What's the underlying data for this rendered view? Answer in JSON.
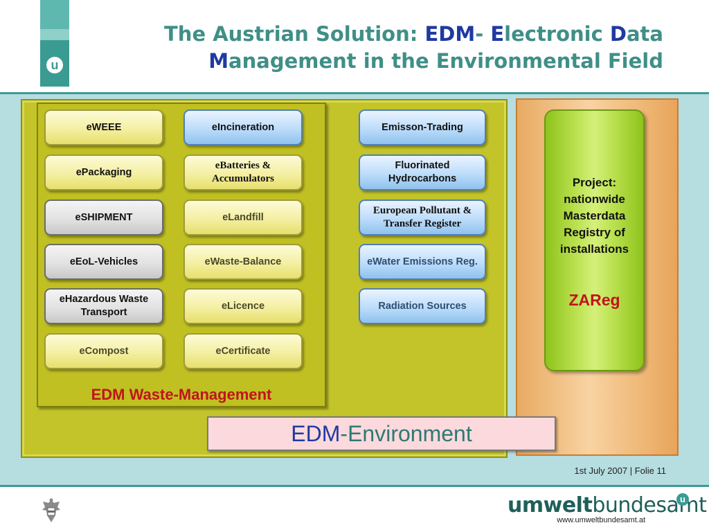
{
  "header": {
    "logo_letter": "u",
    "title_part1": "The Austrian Solution: ",
    "title_edm": "EDM",
    "title_dash": "- ",
    "title_e": "E",
    "title_lectronic": "lectronic ",
    "title_d": "D",
    "title_ata": "ata",
    "title_m": "M",
    "title_rest": "anagement in the Environmental Field"
  },
  "waste_management": {
    "label": "EDM Waste-Management",
    "column1": [
      "eWEEE",
      "ePackaging",
      "eSHIPMENT",
      "eEoL-Vehicles",
      "eHazardous Waste Transport",
      "eCompost"
    ],
    "column2": [
      "eIncineration",
      "eBatteries & Accumulators",
      "eLandfill",
      "eWaste-Balance",
      "eLicence",
      "eCertificate"
    ]
  },
  "environment_modules": [
    "Emisson-Trading",
    "Fluorinated Hydrocarbons",
    "European Pollutant & Transfer Register",
    "eWater Emissions Reg.",
    "Radiation Sources"
  ],
  "zareg_box": {
    "text": "Project: nationwide Masterdata Registry of installations",
    "name": "ZAReg"
  },
  "edm_environment": {
    "part1": "EDM",
    "part2": "-Environment"
  },
  "footer": {
    "date": "1st July 2007 | Folie 11",
    "brand_bold": "umwelt",
    "brand_rest": "bundesamt",
    "brand_letter": "u",
    "url": "www.umweltbundesamt.at"
  },
  "colors": {
    "teal": "#3a9b93",
    "olive": "#c3c42a",
    "red": "#c0141c",
    "navy": "#1f3aa0"
  }
}
